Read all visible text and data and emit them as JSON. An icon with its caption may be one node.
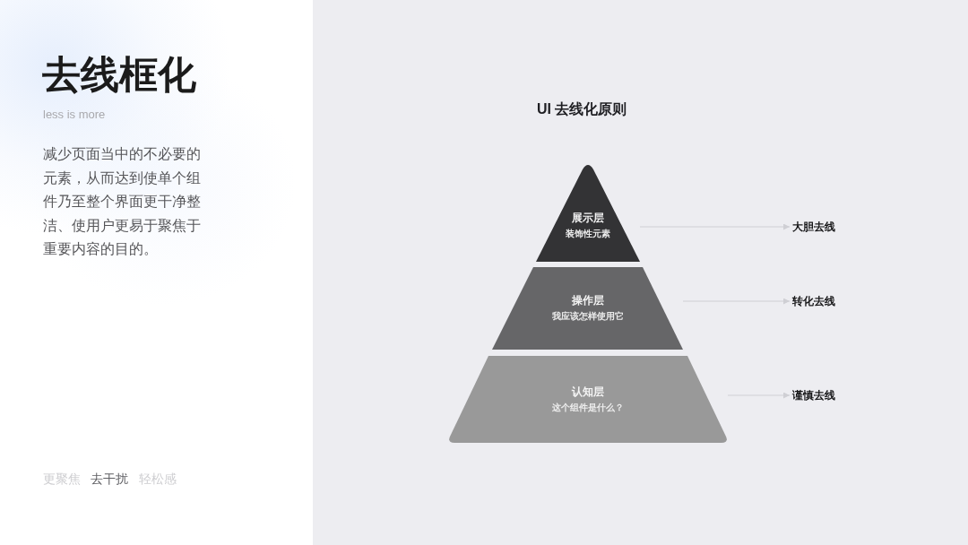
{
  "diagram": {
    "title": "去线框化",
    "nodes": [
      {
        "text": [
          "展示层",
          "装饰性元素"
        ]
      },
      {
        "text": [
          "操作层",
          "我应该怎样使用它"
        ]
      },
      {
        "text": [
          "认知层",
          "这个组件是什么？"
        ]
      },
      {
        "text": [
          "大胆去线"
        ]
      },
      {
        "text": [
          "转化去线"
        ]
      },
      {
        "text": [
          "谨慎去线"
        ]
      }
    ],
    "edges": [
      {
        "from": 0,
        "to": 3,
        "arrow": "to"
      },
      {
        "from": 1,
        "to": 4,
        "arrow": "to"
      },
      {
        "from": 2,
        "to": 5,
        "arrow": "to"
      }
    ],
    "labels": [
      "less is more",
      "减少页面当中的不必要的元素，从而达到使单个组件乃至整个界面更干净整洁、使用户更易于聚焦于重要内容的目的。",
      "更聚焦",
      "去干扰",
      "轻松感",
      "UI 去线化原则"
    ]
  }
}
